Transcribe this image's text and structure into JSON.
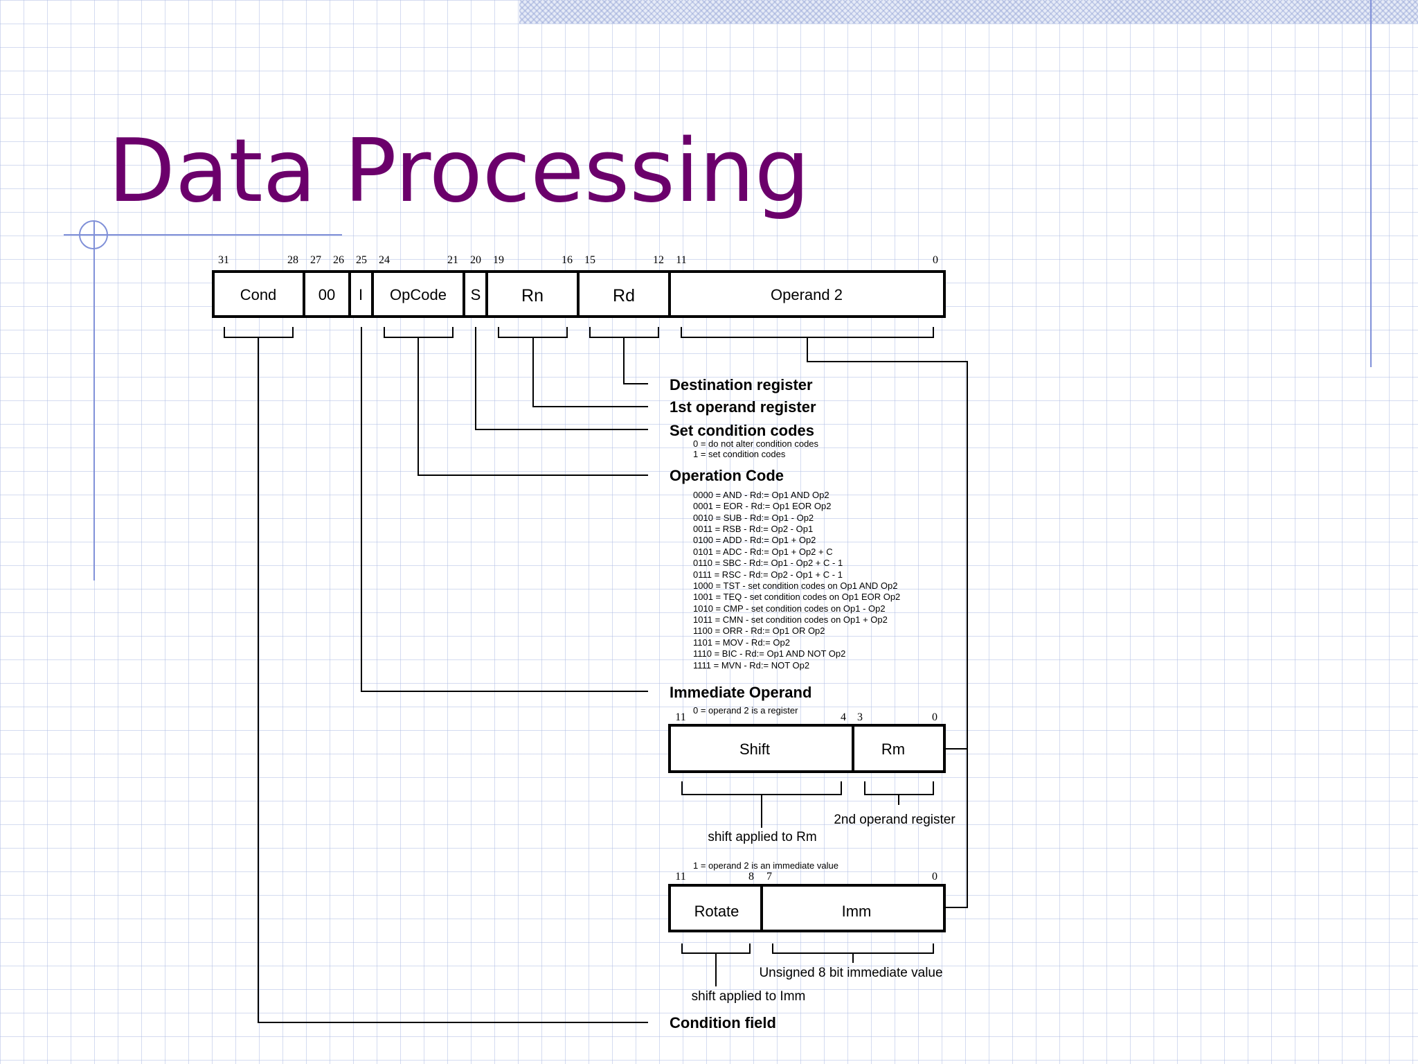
{
  "title": "Data Processing",
  "instruction_format": {
    "bit_numbers": [
      "31",
      "28",
      "27",
      "26",
      "25",
      "24",
      "21",
      "20",
      "19",
      "16",
      "15",
      "12",
      "11",
      "0"
    ],
    "fields": [
      "Cond",
      "00",
      "I",
      "OpCode",
      "S",
      "Rn",
      "Rd",
      "Operand 2"
    ]
  },
  "annotations": {
    "destination_register": "Destination register",
    "first_operand_register": "1st operand register",
    "set_condition_codes": {
      "heading": "Set condition codes",
      "lines": [
        "0 = do not alter condition codes",
        "1 = set condition codes"
      ]
    },
    "operation_code": {
      "heading": "Operation Code",
      "lines": [
        "0000 = AND - Rd:= Op1 AND Op2",
        "0001 = EOR - Rd:= Op1 EOR Op2",
        "0010 = SUB - Rd:= Op1 - Op2",
        "0011 = RSB - Rd:= Op2 - Op1",
        "0100 = ADD - Rd:= Op1 + Op2",
        "0101 = ADC - Rd:= Op1 + Op2 + C",
        "0110 = SBC - Rd:= Op1 - Op2 + C - 1",
        "0111 = RSC - Rd:= Op2 - Op1 + C - 1",
        "1000 = TST - set condition codes on Op1 AND Op2",
        "1001 = TEQ - set condition codes on Op1 EOR Op2",
        "1010 = CMP - set condition codes on Op1 - Op2",
        "1011 = CMN - set condition codes on Op1 + Op2",
        "1100 = ORR - Rd:= Op1 OR Op2",
        "1101 = MOV - Rd:= Op2",
        "1110 = BIC - Rd:= Op1 AND NOT Op2",
        "1111 = MVN - Rd:= NOT Op2"
      ]
    },
    "immediate_operand": {
      "heading": "Immediate Operand",
      "register_case": "0 = operand 2 is a register",
      "immediate_case": "1 = operand 2 is an immediate value"
    },
    "condition_field": "Condition field"
  },
  "operand2_register": {
    "bit_numbers": [
      "11",
      "4",
      "3",
      "0"
    ],
    "fields": [
      "Shift",
      "Rm"
    ],
    "shift_note": "shift applied to Rm",
    "rm_note": "2nd operand register"
  },
  "operand2_immediate": {
    "bit_numbers": [
      "11",
      "8",
      "7",
      "0"
    ],
    "fields": [
      "Rotate",
      "Imm"
    ],
    "rotate_note": "shift applied to Imm",
    "imm_note": "Unsigned 8 bit immediate value"
  }
}
